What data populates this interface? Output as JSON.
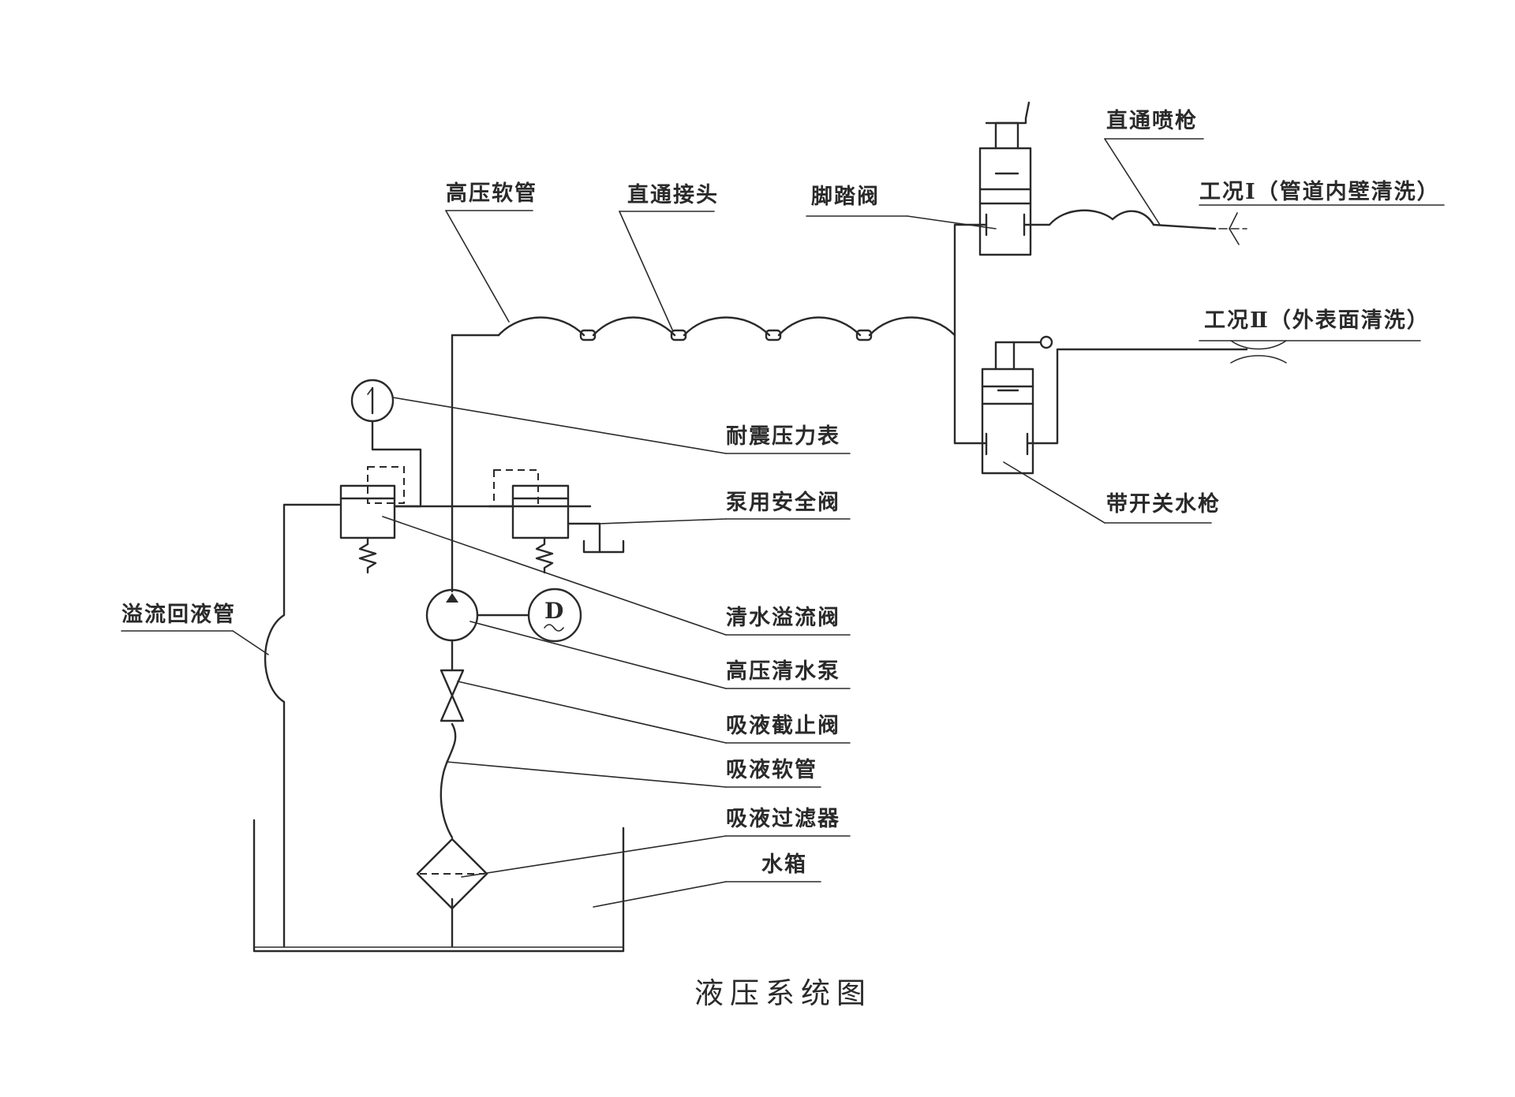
{
  "title": "液压系统图",
  "labels": {
    "high_pressure_hose": "高压软管",
    "straight_joint": "直通接头",
    "foot_valve": "脚踏阀",
    "straight_spray_gun": "直通喷枪",
    "condition_1": "工况Ⅰ（管道内壁清洗）",
    "condition_2": "工况Ⅱ（外表面清洗）",
    "shockproof_gauge": "耐震压力表",
    "pump_safety_valve": "泵用安全阀",
    "water_overflow_valve": "清水溢流阀",
    "high_pressure_pump": "高压清水泵",
    "suction_stop_valve": "吸液截止阀",
    "suction_hose": "吸液软管",
    "suction_filter": "吸液过滤器",
    "water_tank": "水箱",
    "overflow_return_pipe": "溢流回液管",
    "switch_water_gun": "带开关水枪"
  },
  "symbols": {
    "motor": "D"
  }
}
